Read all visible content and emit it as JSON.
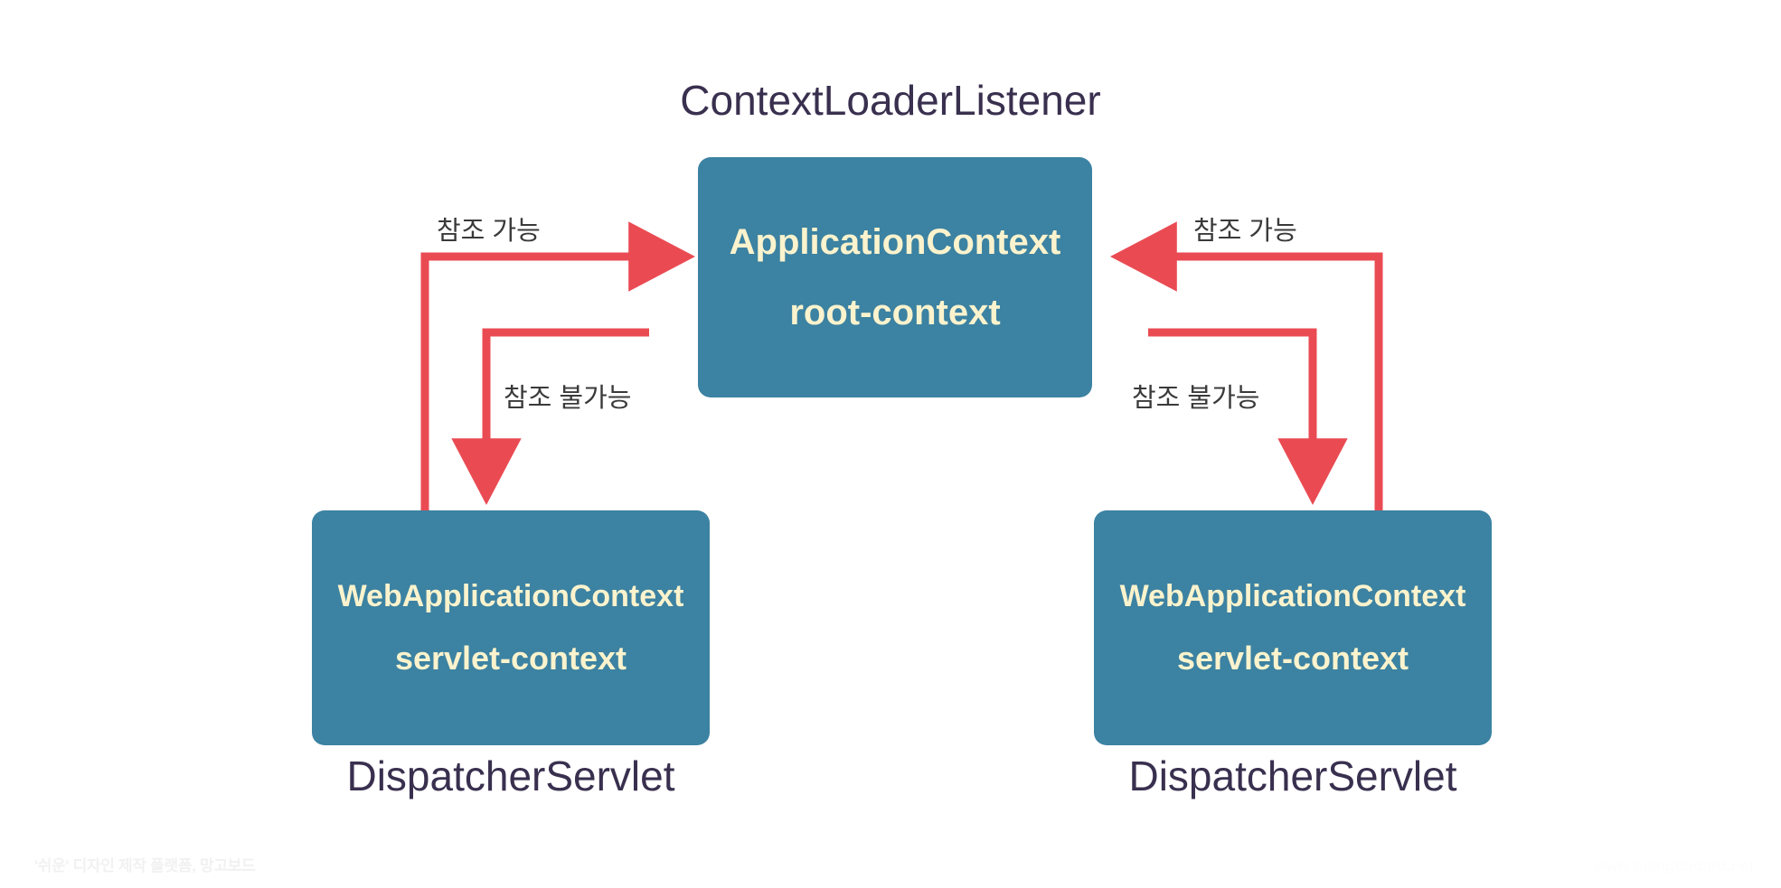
{
  "diagram": {
    "title": "ContextLoaderListener",
    "accent_box_color": "#3c82a2",
    "accent_text_color": "#fbf3cd",
    "arrow_color": "#ea4b53",
    "heading_color": "#39304f",
    "background_color": "#ffffff"
  },
  "boxes": {
    "root": {
      "line1": "ApplicationContext",
      "line2": "root-context"
    },
    "left_servlet": {
      "line1": "WebApplicationContext",
      "line2": "servlet-context",
      "caption": "DispatcherServlet"
    },
    "right_servlet": {
      "line1": "WebApplicationContext",
      "line2": "servlet-context",
      "caption": "DispatcherServlet"
    }
  },
  "arrows": {
    "left_referable": "참조 가능",
    "left_not_referable": "참조 불가능",
    "right_referable": "참조 가능",
    "right_not_referable": "참조 불가능"
  },
  "footer": {
    "left": "'쉬운' 디자인 제작 플랫폼, 망고보드",
    "right": "www.mangoboard.net"
  }
}
